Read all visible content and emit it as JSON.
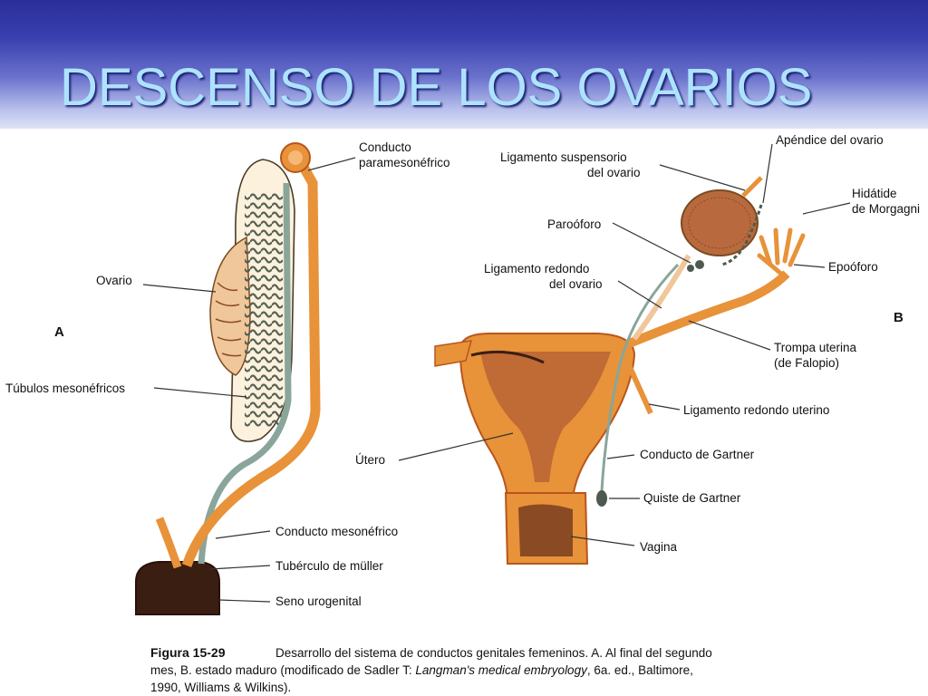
{
  "slide": {
    "title": "DESCENSO DE LOS OVARIOS"
  },
  "figure": {
    "panel_a": "A",
    "panel_b": "B",
    "labels_a": {
      "conducto_1": "Conducto",
      "conducto_2": "paramesonéfrico",
      "ovario": "Ovario",
      "tubulos": "Túbulos mesonéfricos",
      "mesonefrico": "Conducto mesonéfrico",
      "tuberculo": "Tubérculo de müller",
      "seno": "Seno urogenital"
    },
    "labels_b": {
      "lig_susp_1": "Ligamento suspensorio",
      "lig_susp_2": "del ovario",
      "apendice": "Apéndice del ovario",
      "hidatide_1": "Hidátide",
      "hidatide_2": "de Morgagni",
      "parooforo": "Paroóforo",
      "lig_red_ov_1": "Ligamento redondo",
      "lig_red_ov_2": "del ovario",
      "epooforo": "Epoóforo",
      "trompa_1": "Trompa uterina",
      "trompa_2": "(de Falopio)",
      "lig_red_ut": "Ligamento redondo uterino",
      "utero": "Útero",
      "gartner": "Conducto de Gartner",
      "quiste": "Quiste de Gartner",
      "vagina": "Vagina"
    },
    "caption": {
      "figure_number": "Figura 15-29",
      "line1": "Desarrollo del sistema de conductos genitales femeninos. A. Al final del segundo",
      "line2_a": "mes, B. estado maduro (modificado de Sadler T: ",
      "line2_italic": "Langman's medical embryology",
      "line2_b": ", 6a. ed., Baltimore,",
      "line3": "1990, Williams & Wilkins)."
    }
  },
  "colors": {
    "orange": "#e8923a",
    "orange_dark": "#b8561a",
    "ovary_cream": "#fbf1dc",
    "tubule_dark": "#4d5a4f",
    "duct_gray": "#8aa59a",
    "cavity": "#3a1e12",
    "header": "#2a2e9a",
    "title_text": "#aee3ff"
  }
}
